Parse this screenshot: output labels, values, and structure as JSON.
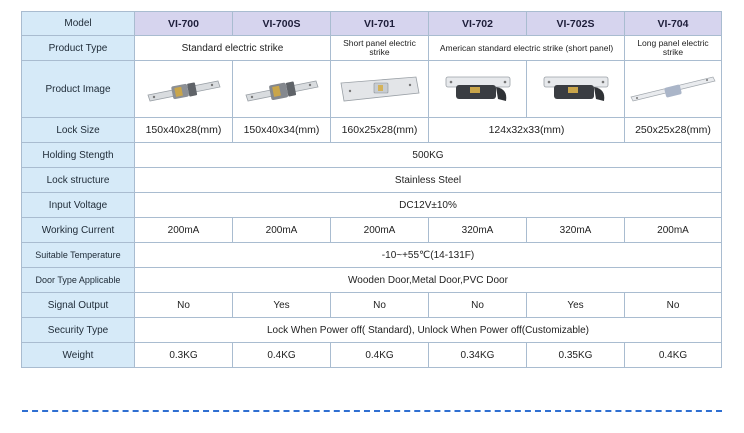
{
  "header": {
    "label": "Model",
    "models": [
      "VI-700",
      "VI-700S",
      "VI-701",
      "VI-702",
      "VI-702S",
      "VI-704"
    ]
  },
  "product_type": {
    "label": "Product Type",
    "standard": "Standard electric strike",
    "short_panel": "Short panel electric strike",
    "american": "American standard electric strike (short panel)",
    "long_panel": "Long panel electric strike"
  },
  "product_image": {
    "label": "Product Image",
    "icons": [
      "strike-lock-icon",
      "strike-lock-icon",
      "short-panel-strike-icon",
      "american-strike-icon",
      "american-strike-icon",
      "long-panel-strike-icon"
    ]
  },
  "lock_size": {
    "label": "Lock Size",
    "values": [
      "150x40x28(mm)",
      "150x40x34(mm)",
      "160x25x28(mm)",
      "124x32x33(mm)",
      "250x25x28(mm)"
    ]
  },
  "holding_strength": {
    "label": "Holding Stength",
    "value": "500KG"
  },
  "lock_structure": {
    "label": "Lock structure",
    "value": "Stainless Steel"
  },
  "input_voltage": {
    "label": "Input Voltage",
    "value": "DC12V±10%"
  },
  "working_current": {
    "label": "Working Current",
    "values": [
      "200mA",
      "200mA",
      "200mA",
      "320mA",
      "320mA",
      "200mA"
    ]
  },
  "temperature": {
    "label": "Suitable Temperature",
    "value": "-10~+55℃(14-131F)"
  },
  "door_type": {
    "label": "Door Type Applicable",
    "value": "Wooden Door,Metal Door,PVC Door"
  },
  "signal_output": {
    "label": "Signal Output",
    "values": [
      "No",
      "Yes",
      "No",
      "No",
      "Yes",
      "No"
    ]
  },
  "security_type": {
    "label": "Security Type",
    "value": "Lock When Power off( Standard), Unlock When Power off(Customizable)"
  },
  "weight": {
    "label": "Weight",
    "values": [
      "0.3KG",
      "0.4KG",
      "0.4KG",
      "0.34KG",
      "0.35KG",
      "0.4KG"
    ]
  },
  "colors": {
    "header_bg": "#d6d4ee",
    "label_bg": "#d6eaf8",
    "border": "#a9bcd0",
    "divider": "#2f6fd1"
  }
}
